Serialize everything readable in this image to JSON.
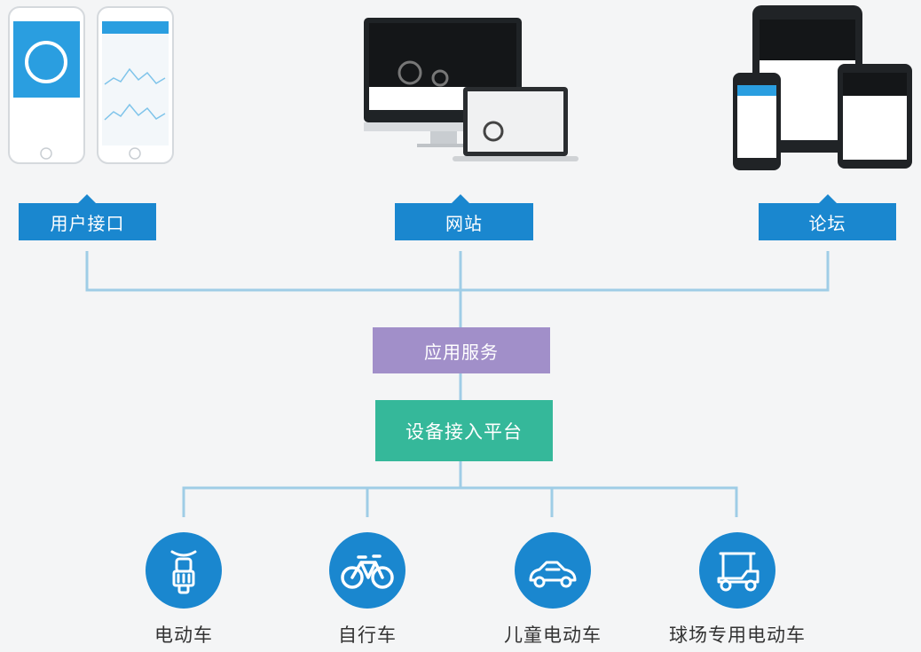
{
  "colors": {
    "blue": "#1a87cf",
    "blue_dark": "#1577b8",
    "purple": "#a18fc9",
    "green": "#35b89a",
    "line": "#9fcde6",
    "label_text": "#333333"
  },
  "top_boxes": [
    {
      "label": "用户接口"
    },
    {
      "label": "网站"
    },
    {
      "label": "论坛"
    }
  ],
  "middle": {
    "app_service": "应用服务",
    "platform": "设备接入平台"
  },
  "vehicles": [
    {
      "label": "电动车",
      "icon": "electric-scooter-icon"
    },
    {
      "label": "自行车",
      "icon": "bicycle-icon"
    },
    {
      "label": "儿童电动车",
      "icon": "kids-car-icon"
    },
    {
      "label": "球场专用电动车",
      "icon": "golf-cart-icon"
    }
  ]
}
